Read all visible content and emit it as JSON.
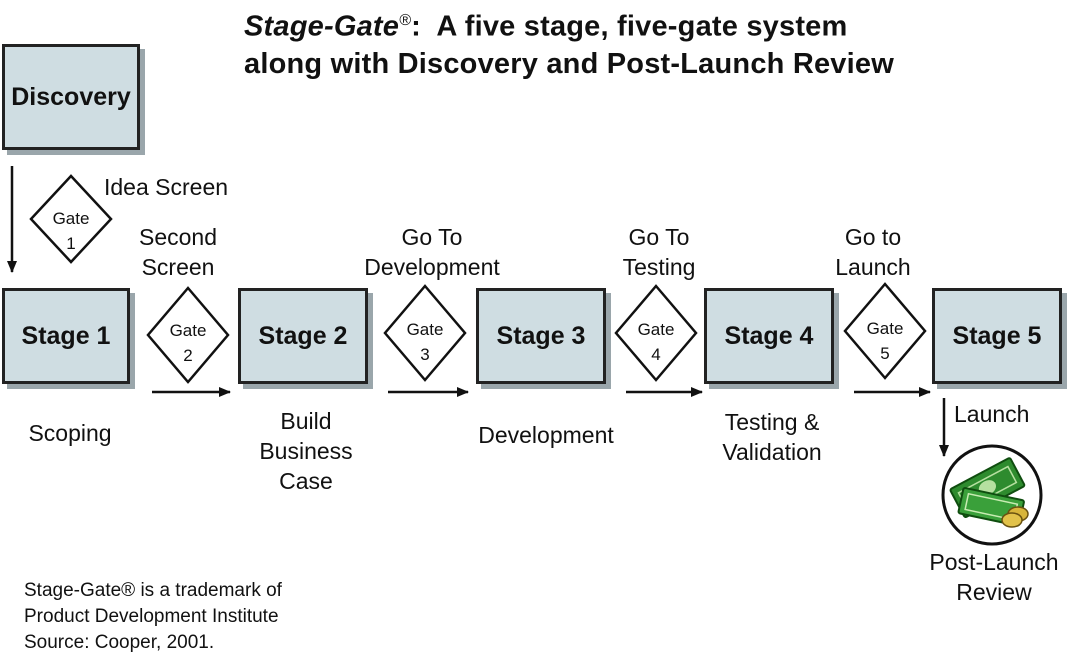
{
  "title": {
    "brand": "Stage-Gate",
    "reg": "®",
    "line1_rest": ":  A five stage, five-gate system",
    "line2": "along with Discovery and Post-Launch Review"
  },
  "discovery": {
    "label": "Discovery"
  },
  "stages": [
    {
      "label": "Stage 1",
      "caption": [
        "Scoping"
      ]
    },
    {
      "label": "Stage 2",
      "caption": [
        "Build",
        "Business",
        "Case"
      ]
    },
    {
      "label": "Stage 3",
      "caption": [
        "Development"
      ]
    },
    {
      "label": "Stage 4",
      "caption": [
        "Testing &",
        "Validation"
      ]
    },
    {
      "label": "Stage 5",
      "caption": [
        "Launch"
      ]
    }
  ],
  "gates": [
    {
      "word": "Gate",
      "number": "1",
      "name": [
        "Idea Screen"
      ]
    },
    {
      "word": "Gate",
      "number": "2",
      "name": [
        "Second",
        "Screen"
      ]
    },
    {
      "word": "Gate",
      "number": "3",
      "name": [
        "Go To",
        "Development"
      ]
    },
    {
      "word": "Gate",
      "number": "4",
      "name": [
        "Go To",
        "Testing"
      ]
    },
    {
      "word": "Gate",
      "number": "5",
      "name": [
        "Go to",
        "Launch"
      ]
    }
  ],
  "post_launch": {
    "label": [
      "Post-Launch",
      "Review"
    ],
    "icon": "money-icon"
  },
  "footnote": {
    "line1": "Stage-Gate® is a trademark of",
    "line2": "Product Development Institute",
    "line3": "Source: Cooper, 2001."
  },
  "colors": {
    "box_fill": "#cfdde2",
    "box_border": "#222222",
    "money_green": "#2e8b2e"
  }
}
